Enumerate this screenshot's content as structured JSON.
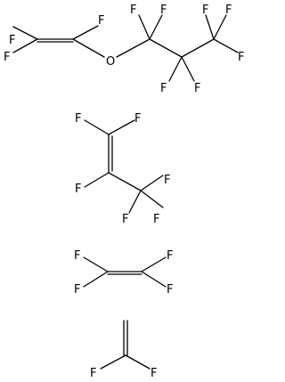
{
  "molecules": [
    {
      "name": "perfluoropropyl vinyl ether",
      "atoms": {
        "f1": "F",
        "f2": "F",
        "f3": "F",
        "o1": "O",
        "f4": "F",
        "f5": "F",
        "f6": "F",
        "f7": "F",
        "f8": "F",
        "f9": "F",
        "f10": "F"
      }
    },
    {
      "name": "hexafluoropropylene",
      "atoms": {
        "f1": "F",
        "f2": "F",
        "f3": "F",
        "f4": "F",
        "f5": "F",
        "f6": "F"
      }
    },
    {
      "name": "tetrafluoroethylene",
      "atoms": {
        "f1": "F",
        "f2": "F",
        "f3": "F",
        "f4": "F"
      }
    },
    {
      "name": "vinylidene fluoride",
      "atoms": {
        "f1": "F",
        "f2": "F"
      }
    }
  ]
}
